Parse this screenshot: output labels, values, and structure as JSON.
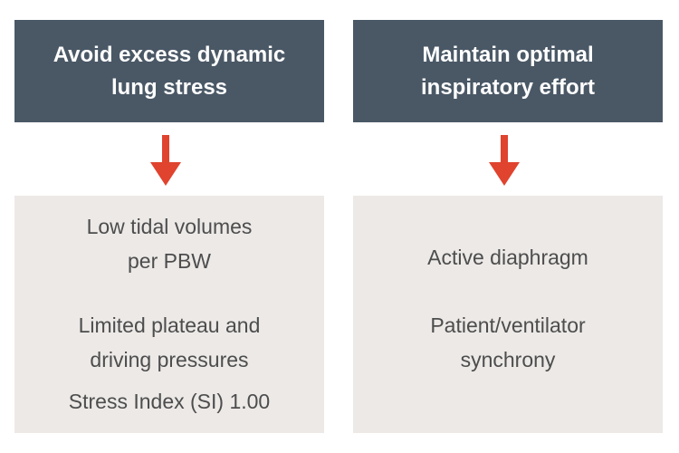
{
  "colors": {
    "header_bg": "#4a5866",
    "header_text": "#ffffff",
    "arrow": "#e0432e",
    "content_bg": "#ece9e7",
    "content_text": "#4d4d4d"
  },
  "left": {
    "header": "Avoid excess dynamic\nlung stress",
    "items": [
      "Low tidal volumes\nper PBW",
      "Limited plateau and\ndriving pressures",
      "Stress Index (SI) 1.00"
    ]
  },
  "right": {
    "header": "Maintain optimal\ninspiratory effort",
    "items": [
      "Active diaphragm",
      "Patient/ventilator\nsynchrony"
    ]
  }
}
